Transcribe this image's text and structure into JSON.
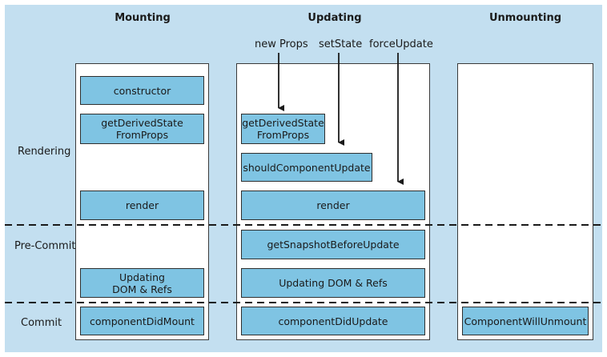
{
  "columns": {
    "mounting": "Mounting",
    "updating": "Updating",
    "unmounting": "Unmounting"
  },
  "rows": {
    "rendering": "Rendering",
    "precommit": "Pre-Commit",
    "commit": "Commit"
  },
  "triggers": {
    "new_props": "new Props",
    "set_state": "setState",
    "force_update": "forceUpdate"
  },
  "mounting": {
    "constructor": "constructor",
    "get_derived": "getDerivedState\nFromProps",
    "render": "render",
    "updating_dom": "Updating\nDOM & Refs",
    "did_mount": "componentDidMount"
  },
  "updating": {
    "get_derived": "getDerivedState\nFromProps",
    "should_update": "shouldComponentUpdate",
    "render": "render",
    "snapshot": "getSnapshotBeforeUpdate",
    "updating_dom": "Updating DOM & Refs",
    "did_update": "componentDidUpdate"
  },
  "unmounting": {
    "will_unmount": "ComponentWillUnmount"
  },
  "colors": {
    "background": "#c3dff0",
    "box_fill": "#7fc4e3",
    "panel_fill": "#ffffff",
    "line": "#1a1a1a"
  }
}
